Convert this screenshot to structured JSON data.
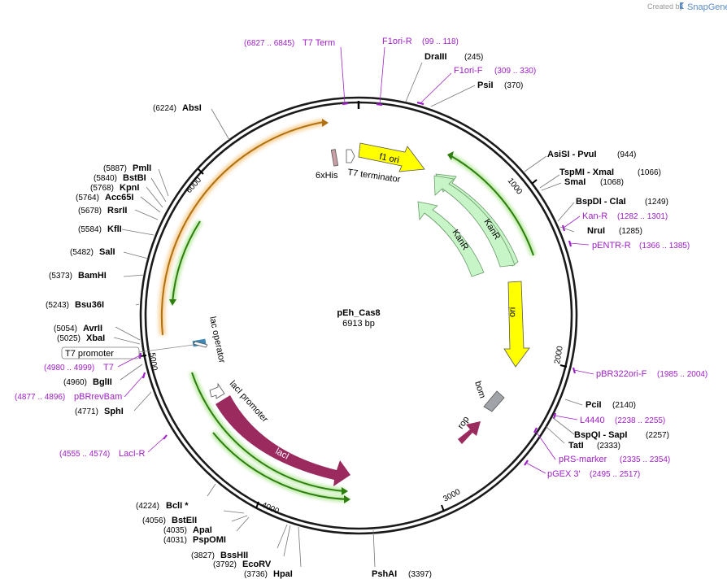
{
  "header": {
    "created_by": "Created by",
    "brand": "SnapGene"
  },
  "plasmid": {
    "name": "pEh_Cas8",
    "size": "6913 bp"
  },
  "ticks": [
    "1000",
    "2000",
    "3000",
    "4000",
    "5000",
    "6000"
  ],
  "features": {
    "f1_ori": "f1 ori",
    "kanr_outer": "KanR",
    "kanr_inner": "KanR",
    "ori": "ori",
    "bom": "bom",
    "rop": "rop",
    "laci": "lacI",
    "laci_promoter": "lacI promoter",
    "lac_operator": "lac operator",
    "his6": "6xHis",
    "t7_terminator": "T7 terminator",
    "t7_promoter": "T7 promoter"
  },
  "enzymes": [
    {
      "name": "DraIII",
      "pos": "(245)"
    },
    {
      "name": "PsiI",
      "pos": "(370)"
    },
    {
      "name": "AsiSI  - PvuI",
      "pos": "(944)"
    },
    {
      "name": "TspMI  - XmaI",
      "pos": "(1066)"
    },
    {
      "name": "SmaI",
      "pos": "(1068)"
    },
    {
      "name": "BspDI  - ClaI",
      "pos": "(1249)"
    },
    {
      "name": "NruI",
      "pos": "(1285)"
    },
    {
      "name": "PciI",
      "pos": "(2140)"
    },
    {
      "name": "BspQI  - SapI",
      "pos": "(2257)"
    },
    {
      "name": "TatI",
      "pos": "(2333)"
    },
    {
      "name": "PshAI",
      "pos": "(3397)"
    },
    {
      "name": "HpaI",
      "pos": "(3736)"
    },
    {
      "name": "EcoRV",
      "pos": "(3792)"
    },
    {
      "name": "BssHII",
      "pos": "(3827)"
    },
    {
      "name": "PspOMI",
      "pos": "(4031)"
    },
    {
      "name": "ApaI",
      "pos": "(4035)"
    },
    {
      "name": "BstEII",
      "pos": "(4056)"
    },
    {
      "name": "BclI *",
      "pos": "(4224)"
    },
    {
      "name": "SphI",
      "pos": "(4771)"
    },
    {
      "name": "BglII",
      "pos": "(4960)"
    },
    {
      "name": "XbaI",
      "pos": "(5025)"
    },
    {
      "name": "AvrII",
      "pos": "(5054)"
    },
    {
      "name": "Bsu36I",
      "pos": "(5243)"
    },
    {
      "name": "BamHI",
      "pos": "(5373)"
    },
    {
      "name": "SalI",
      "pos": "(5482)"
    },
    {
      "name": "KflI",
      "pos": "(5584)"
    },
    {
      "name": "RsrII",
      "pos": "(5678)"
    },
    {
      "name": "Acc65I",
      "pos": "(5764)"
    },
    {
      "name": "KpnI",
      "pos": "(5768)"
    },
    {
      "name": "BstBI",
      "pos": "(5840)"
    },
    {
      "name": "PmlI",
      "pos": "(5887)"
    },
    {
      "name": "AbsI",
      "pos": "(6224)"
    }
  ],
  "primers": [
    {
      "name": "T7 Term",
      "range": "(6827 .. 6845)"
    },
    {
      "name": "F1ori-R",
      "range": "(99 .. 118)"
    },
    {
      "name": "F1ori-F",
      "range": "(309 .. 330)"
    },
    {
      "name": "Kan-R",
      "range": "(1282 .. 1301)"
    },
    {
      "name": "pENTR-R",
      "range": "(1366 .. 1385)"
    },
    {
      "name": "pBR322ori-F",
      "range": "(1985 .. 2004)"
    },
    {
      "name": "L4440",
      "range": "(2238 .. 2255)"
    },
    {
      "name": "pRS-marker",
      "range": "(2335 .. 2354)"
    },
    {
      "name": "pGEX 3'",
      "range": "(2495 .. 2517)"
    },
    {
      "name": "LacI-R",
      "range": "(4555 .. 4574)"
    },
    {
      "name": "pBRrevBam",
      "range": "(4877 .. 4896)"
    },
    {
      "name": "T7",
      "range": "(4980 .. 4999)"
    }
  ],
  "colors": {
    "backbone": "#1a1a1a",
    "primer": "#a020c8",
    "f1_ori": "#ffff00",
    "kanr": "#c8f5c8",
    "laci": "#9b2a5e",
    "bom": "#a0a4a8",
    "orf_arrow": "#2e7d0f",
    "orange_arrow": "#f0a030"
  }
}
